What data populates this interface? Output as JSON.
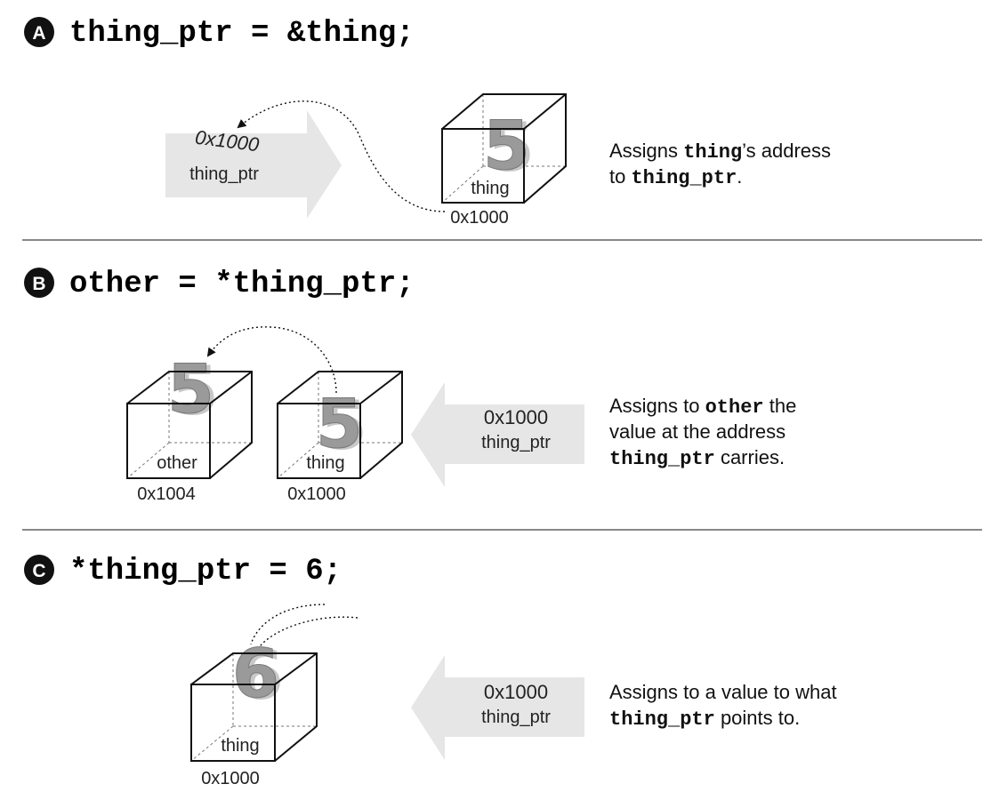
{
  "sections": [
    {
      "badge": "A",
      "code": "thing_ptr = &thing;",
      "arrow": {
        "address": "0x1000",
        "name": "thing_ptr"
      },
      "cube": {
        "value": "5",
        "label": "thing",
        "address": "0x1000"
      },
      "description": [
        {
          "t": "Assigns ",
          "mono": false
        },
        {
          "t": "thing",
          "mono": true
        },
        {
          "t": "’s address",
          "mono": false
        },
        {
          "t": "to ",
          "mono": false
        },
        {
          "t": "thing_ptr",
          "mono": true
        },
        {
          "t": ".",
          "mono": false
        }
      ]
    },
    {
      "badge": "B",
      "code": "other = *thing_ptr;",
      "cube_other": {
        "value": "5",
        "label": "other",
        "address": "0x1004"
      },
      "cube": {
        "value": "5",
        "label": "thing",
        "address": "0x1000"
      },
      "arrow": {
        "address": "0x1000",
        "name": "thing_ptr"
      },
      "description": [
        {
          "t": "Assigns to ",
          "mono": false
        },
        {
          "t": "other",
          "mono": true
        },
        {
          "t": " the",
          "mono": false
        },
        {
          "t": "value at the address",
          "mono": false
        },
        {
          "t": "thing_ptr",
          "mono": true
        },
        {
          "t": " carries.",
          "mono": false
        }
      ]
    },
    {
      "badge": "C",
      "code": "*thing_ptr = 6;",
      "cube": {
        "value": "6",
        "label": "thing",
        "address": "0x1000"
      },
      "arrow": {
        "address": "0x1000",
        "name": "thing_ptr"
      },
      "description": [
        {
          "t": "Assigns to a value to what",
          "mono": false
        },
        {
          "t": "thing_ptr",
          "mono": true
        },
        {
          "t": " points to.",
          "mono": false
        }
      ]
    }
  ]
}
